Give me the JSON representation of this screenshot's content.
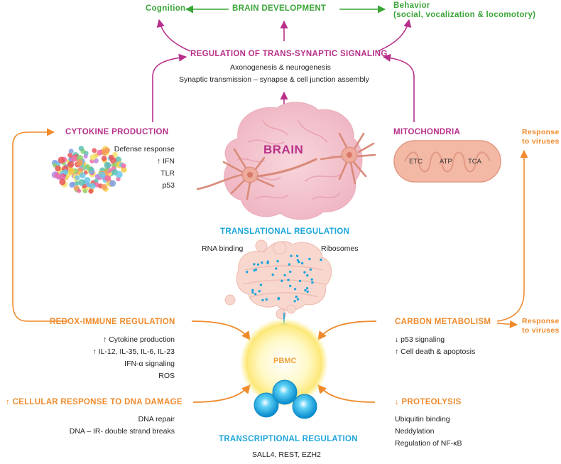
{
  "top": {
    "center": "BRAIN DEVELOPMENT",
    "left": "Cognition",
    "right_line1": "Behavior",
    "right_line2": "(social, vocalization & locomotory)"
  },
  "trans_synaptic": {
    "title": "REGULATION OF TRANS-SYNAPTIC SIGNALING",
    "items": [
      "Axonogenesis & neurogenesis",
      "Synaptic transmission – synapse &  cell junction assembly"
    ]
  },
  "cytokine": {
    "title": "CYTOKINE PRODUCTION",
    "items": [
      "Defense response",
      "↑ IFN",
      "TLR",
      "p53"
    ]
  },
  "brain": {
    "label": "BRAIN"
  },
  "mitochondria": {
    "title": "MITOCHONDRIA",
    "labels": [
      "ETC",
      "ATP",
      "TCA"
    ]
  },
  "response_viruses_top": [
    "Response",
    "to viruses"
  ],
  "translational": {
    "title": "TRANSLATIONAL REGULATION",
    "left": "RNA binding",
    "right": "Ribosomes"
  },
  "redox": {
    "title": "REDOX-IMMUNE REGULATION",
    "items": [
      "↑ Cytokine production",
      "↑ IL-12, IL-35, IL-6, IL-23",
      "IFN-α signaling",
      "ROS"
    ]
  },
  "carbon": {
    "title": "CARBON METABOLISM",
    "items": [
      "↓ p53 signaling",
      "↑ Cell death & apoptosis"
    ]
  },
  "response_viruses_bottom": [
    "Response",
    "to viruses"
  ],
  "pbmc": {
    "label": "PBMC"
  },
  "dna_damage": {
    "title": "↑ CELLULAR RESPONSE TO DNA DAMAGE",
    "items": [
      "DNA repair",
      "DNA – IR- double strand breaks"
    ]
  },
  "proteolysis": {
    "title": "↓ PROTEOLYSIS",
    "items": [
      "Ubiquitin binding",
      "Neddylation",
      "Regulation of NF-κB"
    ]
  },
  "transcriptional": {
    "title": "TRANSCRIPTIONAL REGULATION",
    "items": [
      "SALL4, REST, EZH2"
    ]
  },
  "colors": {
    "green": "#3aa537",
    "magenta": "#b8308a",
    "orange": "#f08a2c",
    "blue": "#1fa6db",
    "brain_pink": "#f3c6cf",
    "neuron": "#e7a697",
    "mito": "#f2b7a6",
    "pbmc_glow": "#fff3a8"
  },
  "icons": [
    "brain-icon",
    "neuron-icon",
    "mitochondrion-icon",
    "ribosome-icon",
    "cell-icon",
    "cytokine-dots-icon"
  ]
}
